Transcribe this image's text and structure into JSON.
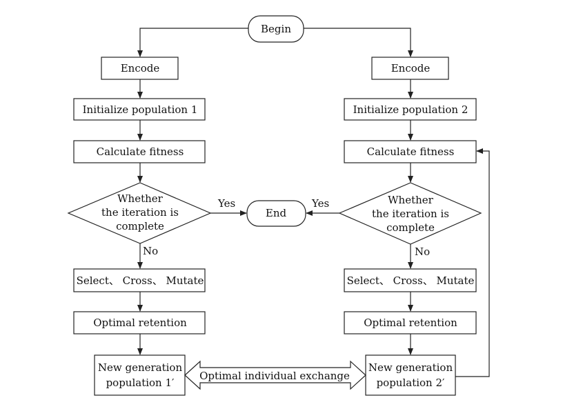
{
  "nodes": {
    "begin": "Begin",
    "end": "End",
    "left": {
      "encode": "Encode",
      "init": "Initialize population 1",
      "fitness": "Calculate fitness",
      "decision_lines": [
        "Whether",
        "the iteration is",
        "complete"
      ],
      "ops": "Select、 Cross、 Mutate",
      "retention": "Optimal retention",
      "newgen_lines": [
        "New generation",
        "population 1′"
      ]
    },
    "right": {
      "encode": "Encode",
      "init": "Initialize population 2",
      "fitness": "Calculate fitness",
      "decision_lines": [
        "Whether",
        "the iteration is",
        "complete"
      ],
      "ops": "Select、 Cross、 Mutate",
      "retention": "Optimal retention",
      "newgen_lines": [
        "New generation",
        "population 2′"
      ]
    }
  },
  "edge_labels": {
    "yes_left": "Yes",
    "yes_right": "Yes",
    "no_left": "No",
    "no_right": "No",
    "exchange": "Optimal individual exchange"
  }
}
